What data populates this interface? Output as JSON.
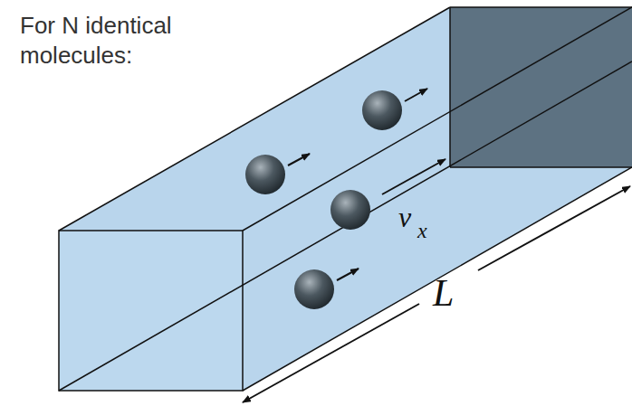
{
  "diagram": {
    "labels": [
      "For N identical molecules:",
      "v",
      "x",
      "L"
    ]
  }
}
